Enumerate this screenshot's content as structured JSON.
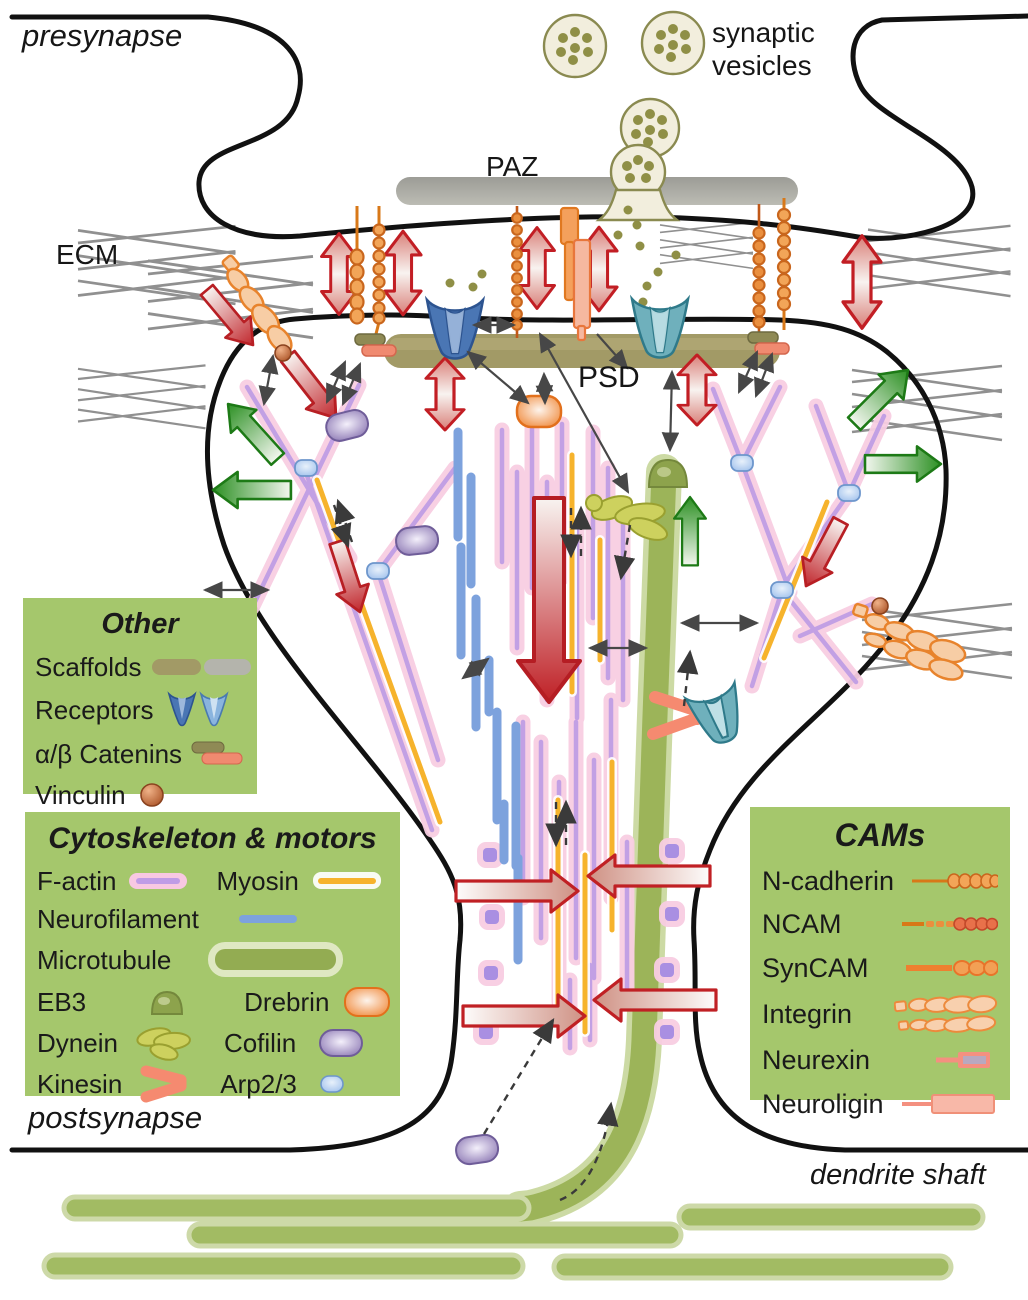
{
  "labels": {
    "presynapse": "presynapse",
    "synaptic_vesicles": "synaptic\nvesicles",
    "paz": "PAZ",
    "ecm": "ECM",
    "psd": "PSD",
    "postsynapse": "postsynapse",
    "dendrite_shaft": "dendrite shaft"
  },
  "legends": {
    "other": {
      "title": "Other",
      "items": [
        {
          "label": "Scaffolds"
        },
        {
          "label": "Receptors"
        },
        {
          "label": "α/β Catenins"
        },
        {
          "label": "Vinculin"
        }
      ]
    },
    "cytoskeleton": {
      "title": "Cytoskeleton & motors",
      "items": [
        {
          "label": "F-actin"
        },
        {
          "label": "Myosin"
        },
        {
          "label": "Neurofilament"
        },
        {
          "label": "Microtubule"
        },
        {
          "label": "EB3"
        },
        {
          "label": "Drebrin"
        },
        {
          "label": "Dynein"
        },
        {
          "label": "Cofilin"
        },
        {
          "label": "Kinesin"
        },
        {
          "label": "Arp2/3"
        }
      ]
    },
    "cams": {
      "title": "CAMs",
      "items": [
        {
          "label": "N-cadherin"
        },
        {
          "label": "NCAM"
        },
        {
          "label": "SynCAM"
        },
        {
          "label": "Integrin"
        },
        {
          "label": "Neurexin"
        },
        {
          "label": "Neuroligin"
        }
      ]
    }
  },
  "colors": {
    "legend_bg": "#a5c76c",
    "f_actin_glow": "#f8c8e2",
    "f_actin_core": "#bf9ce6",
    "myosin": "#f6b32c",
    "neurofilament": "#7da2dd",
    "microtubule": "#93ac52",
    "red_arrow": "#b81f24",
    "green_arrow": "#1d7a16",
    "cam_orange": "#ee8a35",
    "psd_bar": "#a29a66",
    "paz_bar": "#a8a8a0",
    "receptor_blue": "#4a76b4",
    "receptor_teal": "#6fb0bc",
    "cofilin": "#8d79b4",
    "drebrin": "#f08a3c",
    "kinesin": "#f58a70",
    "dynein": "#cdd15e",
    "arp23": "#9fc0ec",
    "vesicle_fill": "#f2eedd",
    "membrane": "#111111"
  }
}
